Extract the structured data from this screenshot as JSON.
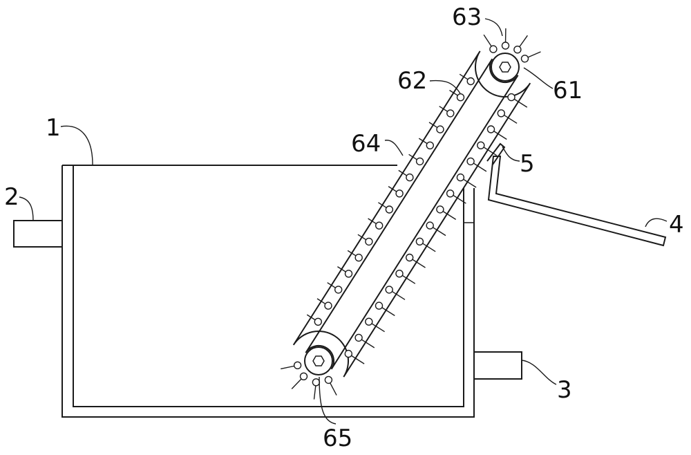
{
  "labels": {
    "tank": "1",
    "inlet_pipe": "2",
    "outlet_pipe": "3",
    "discharge_chute": "4",
    "scraper": "5",
    "drive_roller": "61",
    "conveyor_belt": "62",
    "brush_strip": "63",
    "brush_bristles": "64",
    "driven_roller": "65"
  },
  "stroke_color": "#1a1a1a",
  "background_color": "#ffffff"
}
